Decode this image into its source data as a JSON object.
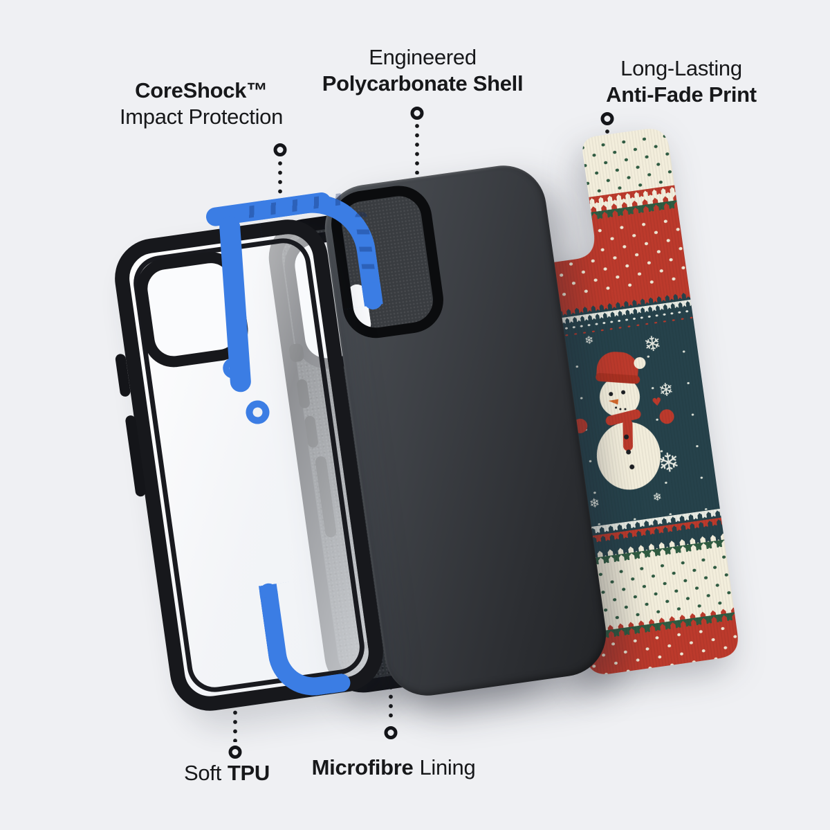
{
  "page": {
    "background": "#eff0f3"
  },
  "colors": {
    "accent_blue": "#3b7de4",
    "case_black": "#17181c",
    "shell_gray": "#3a3d42",
    "microfibre_gray": "#2f3236",
    "print_teal": "#26424b",
    "print_red": "#bc3a2c",
    "print_cream": "#f3eedc",
    "print_green": "#2f5c42",
    "text": "#17181a"
  },
  "callouts": {
    "coreshock": {
      "line1_bold": "CoreShock™",
      "line2": "Impact Protection"
    },
    "polycarbonate": {
      "line1": "Engineered",
      "line2_bold": "Polycarbonate Shell"
    },
    "antifade": {
      "line1": "Long-Lasting",
      "line2_bold": "Anti-Fade Print"
    },
    "soft_tpu": {
      "prefix": "Soft",
      "bold": "TPU"
    },
    "microfibre": {
      "bold": "Microfibre",
      "suffix": "Lining"
    }
  },
  "icons": {
    "snowflake": "❄",
    "heart": "♥"
  }
}
